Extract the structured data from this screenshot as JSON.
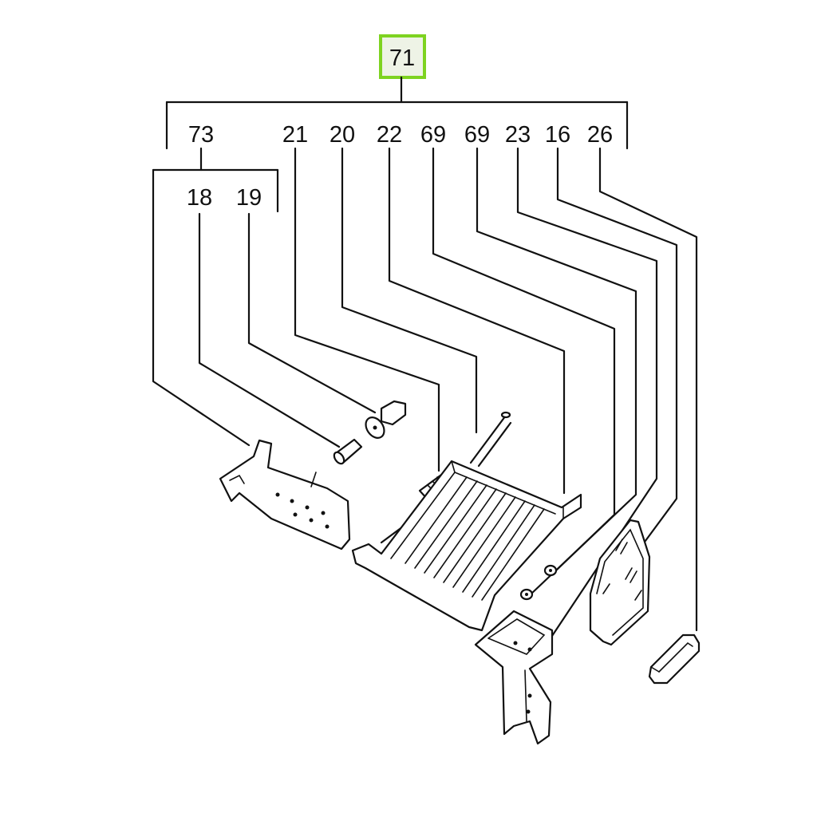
{
  "diagram": {
    "top_label": "71",
    "highlight_color": "#7ed321",
    "group_labels": [
      "73",
      "21",
      "20",
      "22",
      "69",
      "69",
      "23",
      "16",
      "26"
    ],
    "sub_labels": [
      "18",
      "19"
    ]
  }
}
